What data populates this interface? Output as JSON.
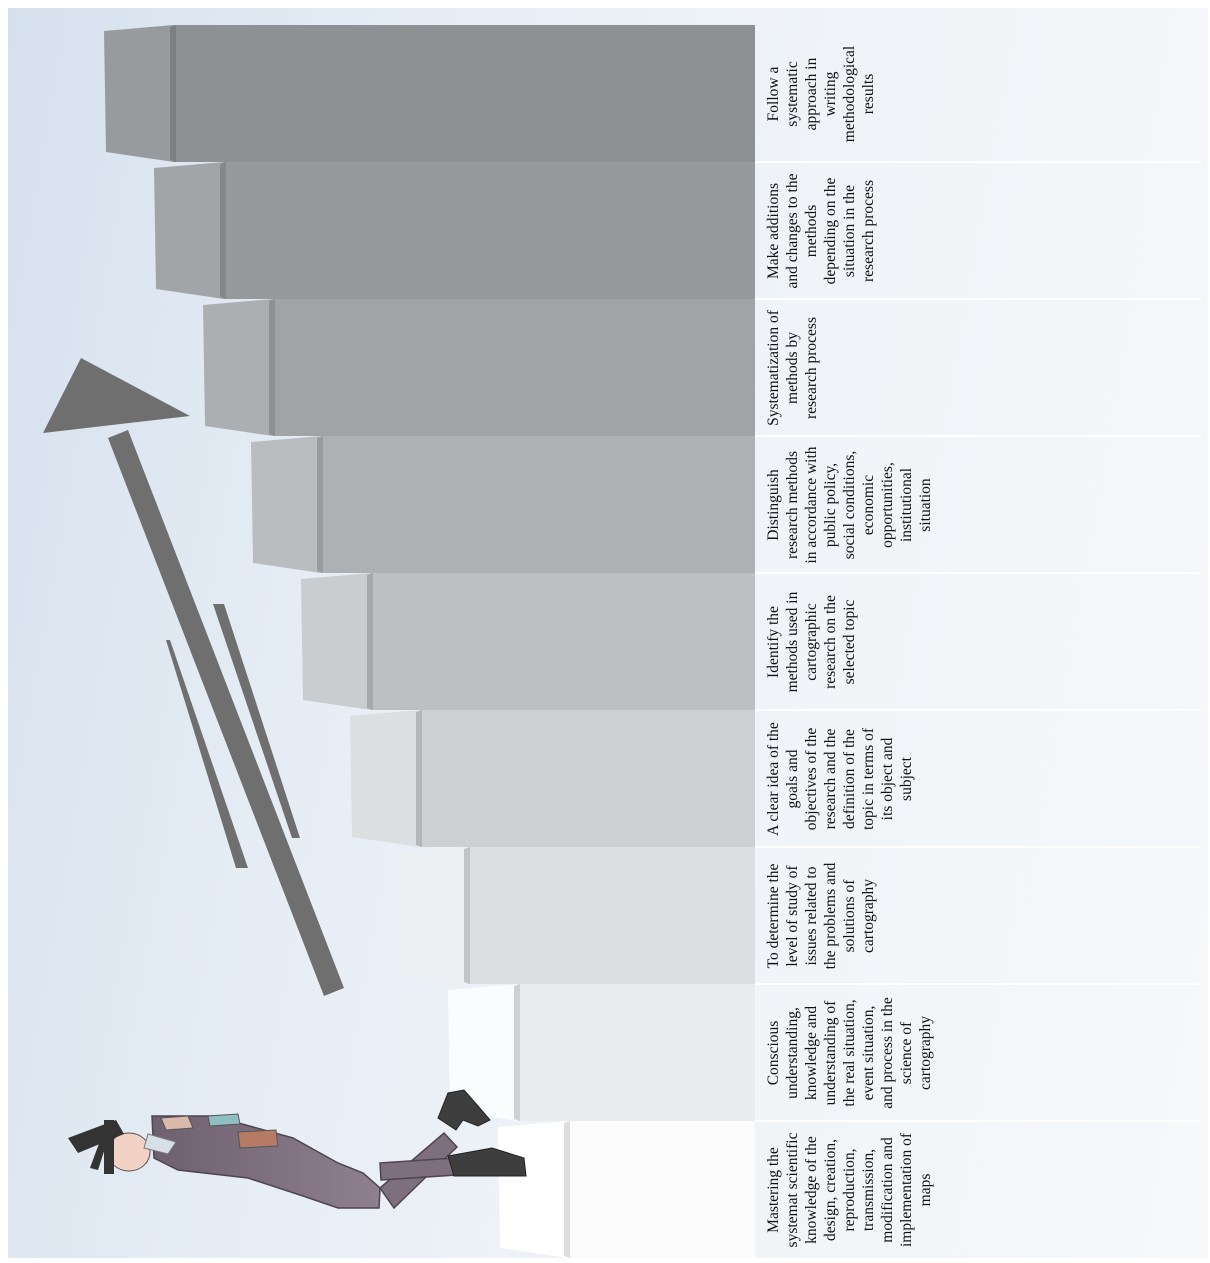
{
  "steps": [
    {
      "label": "Mastering the systemat scientific knowledge of the design, creation, reproduction, transmission, modification and implementation of maps",
      "color": "#fbfbfb"
    },
    {
      "label": "Conscious understanding, knowledge and understanding of the real situation, event situation, and process in the science of cartography",
      "color": "#eaeced"
    },
    {
      "label": "To determine the level of study of issues related to the problems and solutions of cartography",
      "color": "#dcdfe1"
    },
    {
      "label": "A clear idea of the goals and objectives of the research and the definition of the topic in terms of its object and subject",
      "color": "#cdd0d2"
    },
    {
      "label": "Identify the methods used in cartographic research on the selected topic",
      "color": "#bdc0c2"
    },
    {
      "label": "Distinguish research methods in accordance with public policy, social conditions, economic opportunities, institutional situation",
      "color": "#aeb1b3"
    },
    {
      "label": "Systematization of methods by research process",
      "color": "#a1a4a6"
    },
    {
      "label": "Make additions and changes to the methods depending on the situation in the research process",
      "color": "#979a9c"
    },
    {
      "label": "Follow a systematic approach in writing methodological results",
      "color": "#8e9193"
    }
  ],
  "icons": {
    "arrow": "trend-arrow-icon",
    "figure": "graduate-figure-icon"
  },
  "colors": {
    "arrow": "#6f6f6f",
    "gown": "#7d6f7d",
    "background": "#dde6f0"
  }
}
